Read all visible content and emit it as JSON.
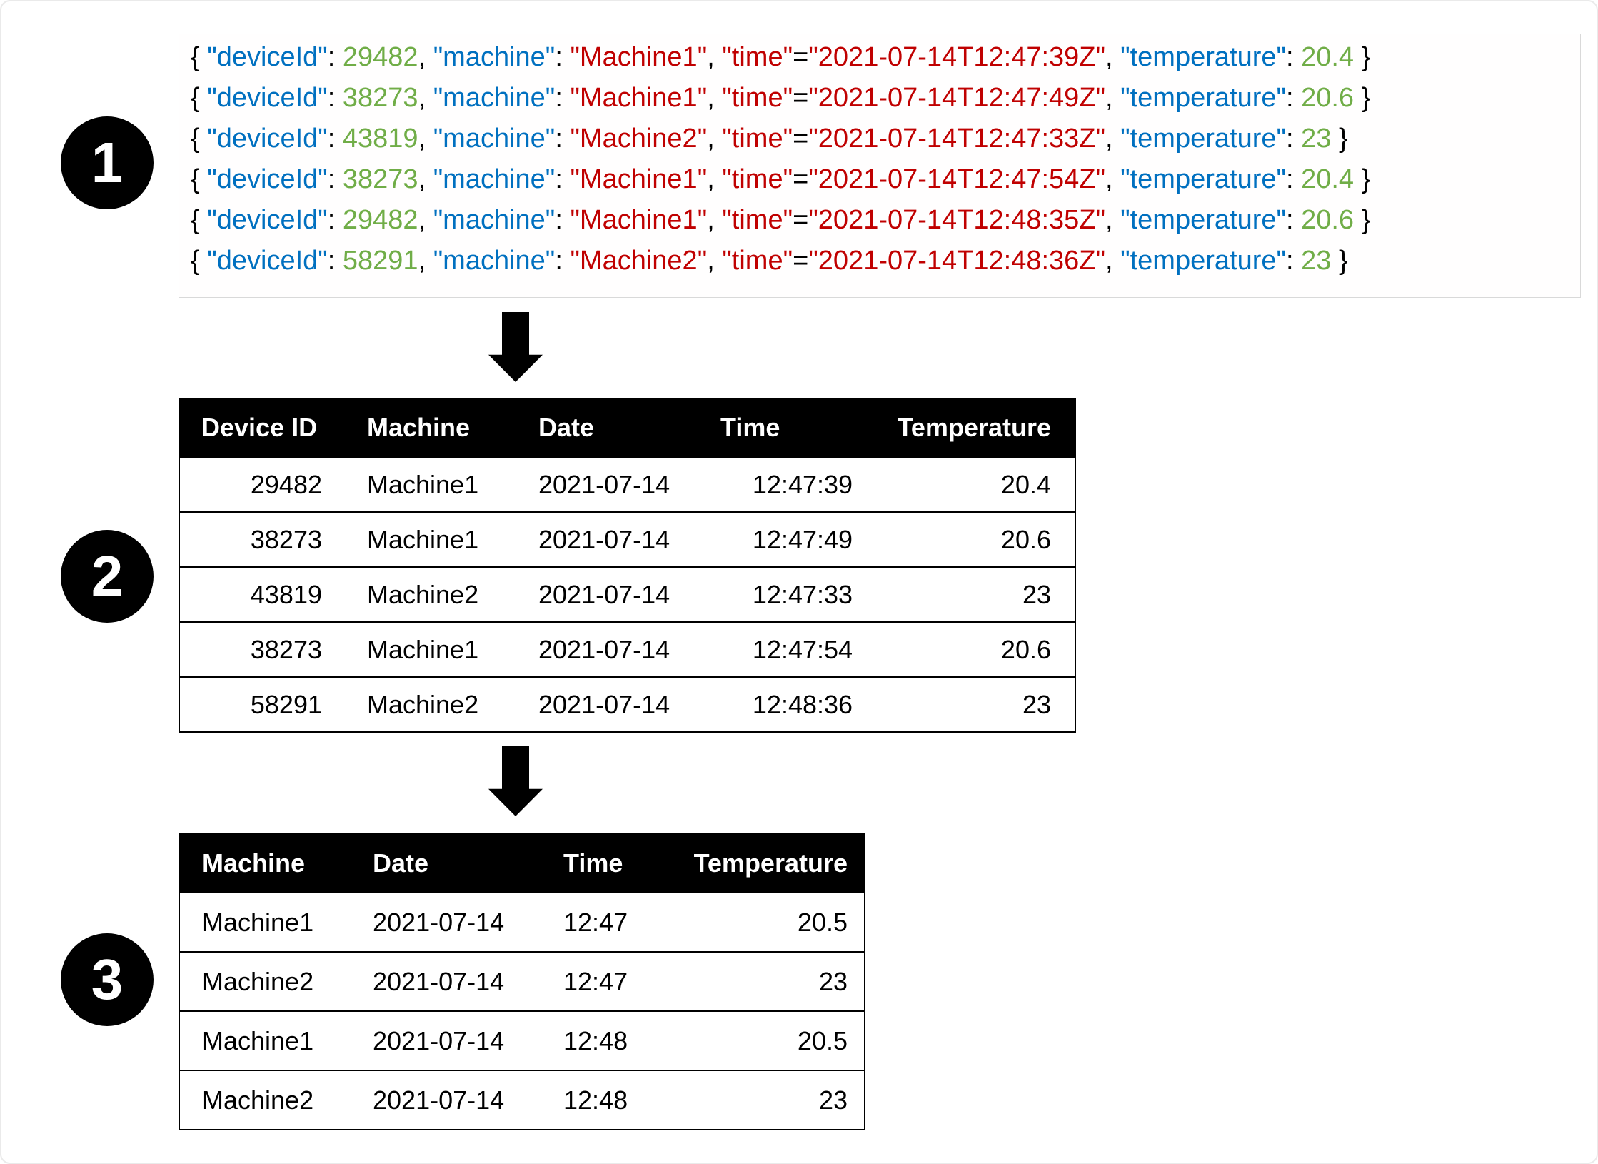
{
  "colors": {
    "key_blue": "#0070C0",
    "number_green": "#70AD47",
    "string_red": "#C00000",
    "punct_black": "#000000",
    "table_header_bg": "#000000",
    "table_header_text": "#ffffff"
  },
  "icons": {
    "flow_arrow": "down-arrow"
  },
  "steps": [
    {
      "label": "1"
    },
    {
      "label": "2"
    },
    {
      "label": "3"
    }
  ],
  "code_block": {
    "tokens": {
      "open": "{ ",
      "close": " }",
      "colon": ": ",
      "comma": ", ",
      "equals": "=",
      "key_device": "\"deviceId\"",
      "key_machine": "\"machine\"",
      "key_time": "\"time\"",
      "key_temperature": "\"temperature\""
    },
    "records": [
      {
        "device_id": "29482",
        "machine": "\"Machine1\"",
        "time": "\"2021-07-14T12:47:39Z\"",
        "temperature": "20.4"
      },
      {
        "device_id": "38273",
        "machine": "\"Machine1\"",
        "time": "\"2021-07-14T12:47:49Z\"",
        "temperature": "20.6"
      },
      {
        "device_id": "43819",
        "machine": "\"Machine2\"",
        "time": "\"2021-07-14T12:47:33Z\"",
        "temperature": "23"
      },
      {
        "device_id": "38273",
        "machine": "\"Machine1\"",
        "time": "\"2021-07-14T12:47:54Z\"",
        "temperature": "20.4"
      },
      {
        "device_id": "29482",
        "machine": "\"Machine1\"",
        "time": "\"2021-07-14T12:48:35Z\"",
        "temperature": "20.6"
      },
      {
        "device_id": "58291",
        "machine": "\"Machine2\"",
        "time": "\"2021-07-14T12:48:36Z\"",
        "temperature": "23"
      }
    ]
  },
  "raw_table": {
    "headers": [
      "Device ID",
      "Machine",
      "Date",
      "Time",
      "Temperature"
    ],
    "rows": [
      {
        "device_id": "29482",
        "machine": "Machine1",
        "date": "2021-07-14",
        "time": "12:47:39",
        "temperature": "20.4"
      },
      {
        "device_id": "38273",
        "machine": "Machine1",
        "date": "2021-07-14",
        "time": "12:47:49",
        "temperature": "20.6"
      },
      {
        "device_id": "43819",
        "machine": "Machine2",
        "date": "2021-07-14",
        "time": "12:47:33",
        "temperature": "23"
      },
      {
        "device_id": "38273",
        "machine": "Machine1",
        "date": "2021-07-14",
        "time": "12:47:54",
        "temperature": "20.6"
      },
      {
        "device_id": "58291",
        "machine": "Machine2",
        "date": "2021-07-14",
        "time": "12:48:36",
        "temperature": "23"
      }
    ]
  },
  "aggregated_table": {
    "headers": [
      "Machine",
      "Date",
      "Time",
      "Temperature"
    ],
    "rows": [
      {
        "machine": "Machine1",
        "date": "2021-07-14",
        "time": "12:47",
        "temperature": "20.5"
      },
      {
        "machine": "Machine2",
        "date": "2021-07-14",
        "time": "12:47",
        "temperature": "23"
      },
      {
        "machine": "Machine1",
        "date": "2021-07-14",
        "time": "12:48",
        "temperature": "20.5"
      },
      {
        "machine": "Machine2",
        "date": "2021-07-14",
        "time": "12:48",
        "temperature": "23"
      }
    ]
  }
}
